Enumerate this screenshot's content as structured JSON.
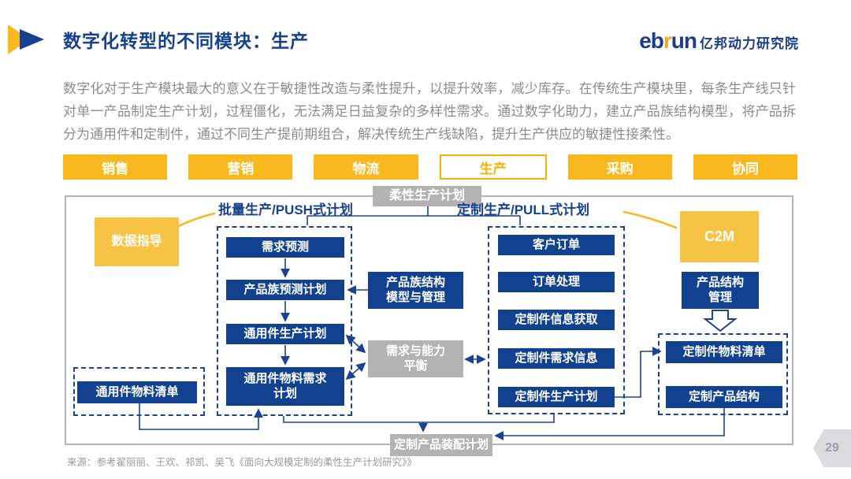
{
  "page": {
    "title": "数字化转型的不同模块：生产",
    "logo": {
      "brand_left": "eb",
      "brand_mid": "r",
      "brand_right": "un",
      "brand_cn": "亿邦动力研究院"
    },
    "intro": "数字化对于生产模块最大的意义在于敏捷性改造与柔性提升，以提升效率，减少库存。在传统生产模块里，每条生产线只针对单一产品制定生产计划，过程僵化，无法满足日益复杂的多样性需求。通过数字化助力，建立产品族结构模型，将产品拆分为通用件和定制件，通过不同生产提前期组合，解决传统生产线缺陷，提升生产供应的敏捷性接柔性。",
    "source": "来源：参考翟丽丽、王欢、祁凯、吴飞《面向大规模定制的柔性生产计划研究》》",
    "page_number": "29"
  },
  "tabs": [
    {
      "label": "销售",
      "active": false
    },
    {
      "label": "营销",
      "active": false
    },
    {
      "label": "物流",
      "active": false
    },
    {
      "label": "生产",
      "active": true
    },
    {
      "label": "采购",
      "active": false
    },
    {
      "label": "协同",
      "active": false
    }
  ],
  "diagram": {
    "top_label": "柔性生产计划",
    "push_label": "批量生产/PUSH式计划",
    "pull_label": "定制生产/PULL式计划",
    "data_guide": "数据指导",
    "c2m": "C2M",
    "push_steps": [
      "需求预测",
      "产品族预测计划",
      "通用件生产计划",
      "通用件物料需求\n计划"
    ],
    "pull_steps": [
      "客户订单",
      "订单处理",
      "定制件信息获取",
      "定制件需求信息",
      "定制件生产计划"
    ],
    "product_family_model": "产品族结构\n模型与管理",
    "balance": "需求与能力\n平衡",
    "product_structure_mgmt": "产品结构\n管理",
    "common_bom": "通用件物料清单",
    "custom_bom": "定制件物料清单",
    "custom_structure": "定制产品结构",
    "assembly_plan": "定制产品装配计划"
  },
  "colors": {
    "navy": "#11418F",
    "yellow": "#F9B91E",
    "box_yellow": "#F7C344",
    "gray_box": "#B3B3B3",
    "text_gray": "#8C8C8C"
  }
}
